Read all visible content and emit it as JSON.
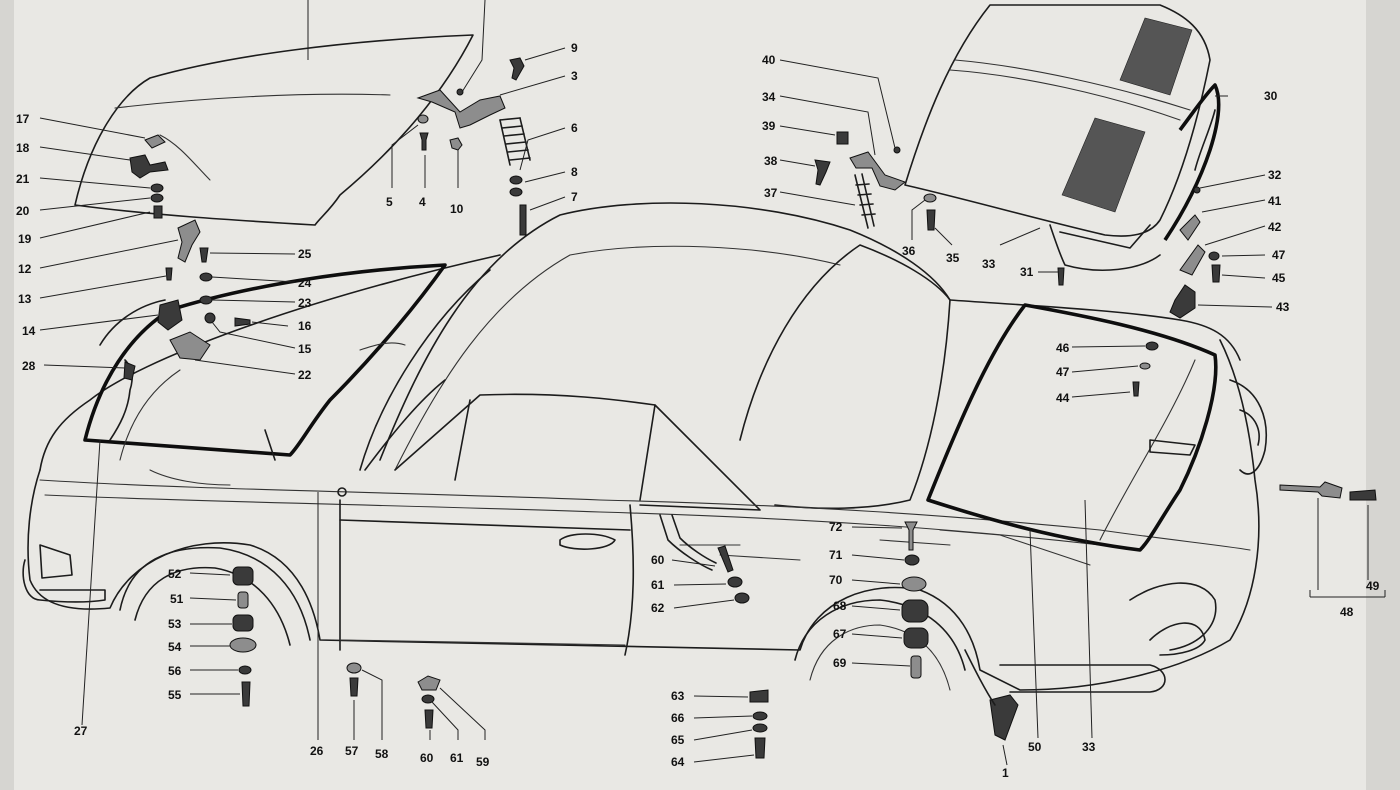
{
  "labels": [
    {
      "id": "1",
      "text": "1"
    },
    {
      "id": "3",
      "text": "3"
    },
    {
      "id": "4",
      "text": "4"
    },
    {
      "id": "5",
      "text": "5"
    },
    {
      "id": "6",
      "text": "6"
    },
    {
      "id": "7",
      "text": "7"
    },
    {
      "id": "8",
      "text": "8"
    },
    {
      "id": "9",
      "text": "9"
    },
    {
      "id": "10",
      "text": "10"
    },
    {
      "id": "12",
      "text": "12"
    },
    {
      "id": "13",
      "text": "13"
    },
    {
      "id": "14",
      "text": "14"
    },
    {
      "id": "15",
      "text": "15"
    },
    {
      "id": "16",
      "text": "16"
    },
    {
      "id": "17",
      "text": "17"
    },
    {
      "id": "18",
      "text": "18"
    },
    {
      "id": "19",
      "text": "19"
    },
    {
      "id": "20",
      "text": "20"
    },
    {
      "id": "21",
      "text": "21"
    },
    {
      "id": "22",
      "text": "22"
    },
    {
      "id": "23",
      "text": "23"
    },
    {
      "id": "24",
      "text": "24"
    },
    {
      "id": "25",
      "text": "25"
    },
    {
      "id": "26",
      "text": "26"
    },
    {
      "id": "27",
      "text": "27"
    },
    {
      "id": "28",
      "text": "28"
    },
    {
      "id": "30",
      "text": "30"
    },
    {
      "id": "31",
      "text": "31"
    },
    {
      "id": "32",
      "text": "32"
    },
    {
      "id": "33a",
      "text": "33"
    },
    {
      "id": "33b",
      "text": "33"
    },
    {
      "id": "34",
      "text": "34"
    },
    {
      "id": "35",
      "text": "35"
    },
    {
      "id": "36",
      "text": "36"
    },
    {
      "id": "37",
      "text": "37"
    },
    {
      "id": "38",
      "text": "38"
    },
    {
      "id": "39",
      "text": "39"
    },
    {
      "id": "40",
      "text": "40"
    },
    {
      "id": "41",
      "text": "41"
    },
    {
      "id": "42",
      "text": "42"
    },
    {
      "id": "43",
      "text": "43"
    },
    {
      "id": "44",
      "text": "44"
    },
    {
      "id": "45",
      "text": "45"
    },
    {
      "id": "46",
      "text": "46"
    },
    {
      "id": "47a",
      "text": "47"
    },
    {
      "id": "47b",
      "text": "47"
    },
    {
      "id": "48",
      "text": "48"
    },
    {
      "id": "49",
      "text": "49"
    },
    {
      "id": "50",
      "text": "50"
    },
    {
      "id": "51",
      "text": "51"
    },
    {
      "id": "52",
      "text": "52"
    },
    {
      "id": "53",
      "text": "53"
    },
    {
      "id": "54",
      "text": "54"
    },
    {
      "id": "55",
      "text": "55"
    },
    {
      "id": "56",
      "text": "56"
    },
    {
      "id": "57",
      "text": "57"
    },
    {
      "id": "58",
      "text": "58"
    },
    {
      "id": "59",
      "text": "59"
    },
    {
      "id": "60a",
      "text": "60"
    },
    {
      "id": "60b",
      "text": "60"
    },
    {
      "id": "61a",
      "text": "61"
    },
    {
      "id": "61b",
      "text": "61"
    },
    {
      "id": "62",
      "text": "62"
    },
    {
      "id": "63",
      "text": "63"
    },
    {
      "id": "64",
      "text": "64"
    },
    {
      "id": "65",
      "text": "65"
    },
    {
      "id": "66",
      "text": "66"
    },
    {
      "id": "67",
      "text": "67"
    },
    {
      "id": "68",
      "text": "68"
    },
    {
      "id": "69",
      "text": "69"
    },
    {
      "id": "70",
      "text": "70"
    },
    {
      "id": "71",
      "text": "71"
    },
    {
      "id": "72",
      "text": "72"
    }
  ],
  "colors": {
    "paper": "#e9e8e4",
    "ink": "#111111",
    "shade": "#555555"
  }
}
